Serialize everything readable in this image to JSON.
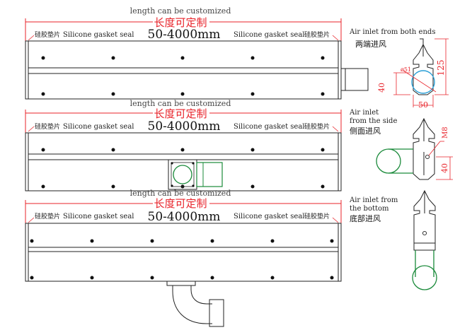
{
  "sections": [
    {
      "customized_en": "length can be customized",
      "customized_cn": "长度可定制",
      "seal_cn_left": "硅胶垫片",
      "seal_en_left": "Silicone gasket seal",
      "length_range": "50-4000mm",
      "seal_en_right": "Silicone gasket seal",
      "seal_cn_right": "硅胶垫片",
      "air_inlet_en_line1": "Air inlet from both ends",
      "air_inlet_en_line2": "",
      "air_inlet_cn": "两端进风"
    },
    {
      "customized_en": "length can be customized",
      "customized_cn": "长度可定制",
      "seal_cn_left": "硅胶垫片",
      "seal_en_left": "Silicone gasket seal",
      "length_range": "50-4000mm",
      "seal_en_right": "Silicone gasket seal",
      "seal_cn_right": "硅胶垫片",
      "air_inlet_en_line1": "Air inlet",
      "air_inlet_en_line2": "from the side",
      "air_inlet_cn": "侧面进风"
    },
    {
      "customized_en": "length can be customized",
      "customized_cn": "长度可定制",
      "seal_cn_left": "硅胶垫片",
      "seal_en_left": "Silicone gasket seal",
      "length_range": "50-4000mm",
      "seal_en_right": "Silicone gasket seal",
      "seal_cn_right": "硅胶垫片",
      "air_inlet_en_line1": "Air inlet from",
      "air_inlet_en_line2": "the bottom",
      "air_inlet_cn": "底部进风"
    }
  ],
  "dimensions": {
    "height": "125",
    "width": "50",
    "outlet_height": "40",
    "pipe_diameter": "ø51",
    "screw": "M8",
    "side_height": "40"
  },
  "colors": {
    "dimension_red": "#e8232a",
    "outline": "#222222",
    "pipe_green": "#1a8a3a",
    "blue_circle": "#2a9fd6"
  }
}
